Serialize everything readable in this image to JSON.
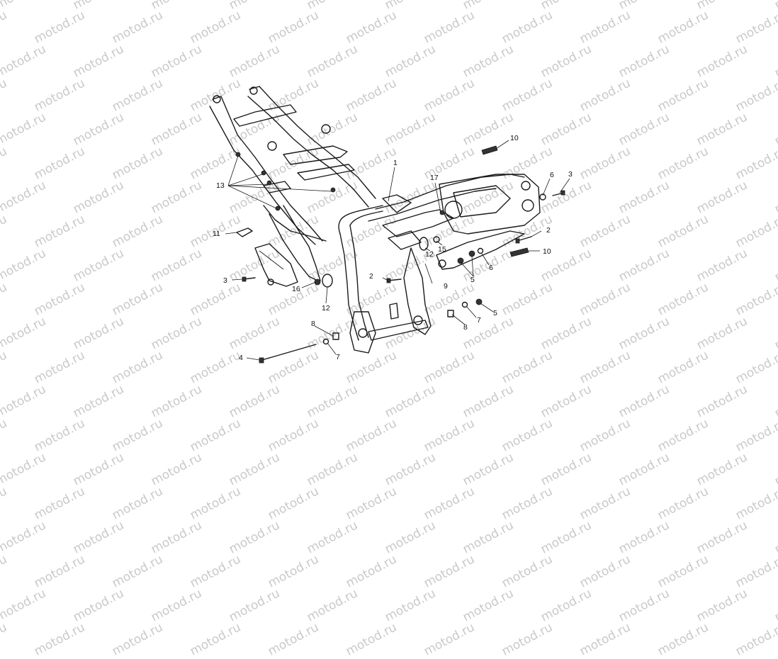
{
  "watermark": {
    "text": "motod.ru"
  },
  "diagram": {
    "callouts": [
      {
        "id": "1",
        "text": "1"
      },
      {
        "id": "2a",
        "text": "2"
      },
      {
        "id": "2b",
        "text": "2"
      },
      {
        "id": "3a",
        "text": "3"
      },
      {
        "id": "3b",
        "text": "3"
      },
      {
        "id": "4",
        "text": "4"
      },
      {
        "id": "5a",
        "text": "5"
      },
      {
        "id": "5b",
        "text": "5"
      },
      {
        "id": "6a",
        "text": "6"
      },
      {
        "id": "6b",
        "text": "6"
      },
      {
        "id": "7a",
        "text": "7"
      },
      {
        "id": "7b",
        "text": "7"
      },
      {
        "id": "8a",
        "text": "8"
      },
      {
        "id": "8b",
        "text": "8"
      },
      {
        "id": "9",
        "text": "9"
      },
      {
        "id": "10a",
        "text": "10"
      },
      {
        "id": "10b",
        "text": "10"
      },
      {
        "id": "11",
        "text": "11"
      },
      {
        "id": "12a",
        "text": "12"
      },
      {
        "id": "12b",
        "text": "12"
      },
      {
        "id": "13",
        "text": "13"
      },
      {
        "id": "15",
        "text": "15"
      },
      {
        "id": "16",
        "text": "16"
      },
      {
        "id": "17",
        "text": "17"
      }
    ]
  }
}
